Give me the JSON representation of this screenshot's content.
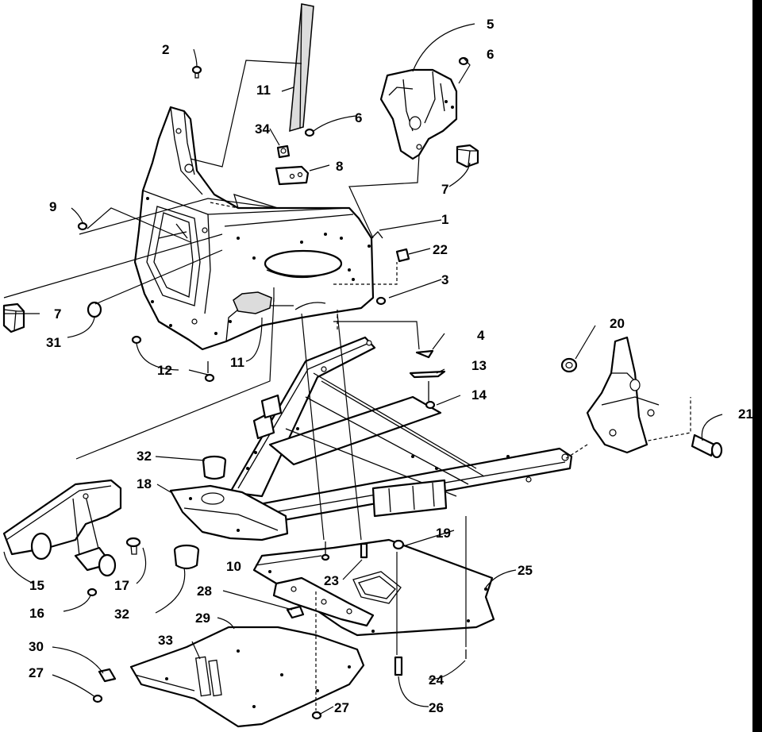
{
  "callouts": {
    "c1": "1",
    "c2": "2",
    "c3": "3",
    "c4": "4",
    "c5": "5",
    "c6a": "6",
    "c6b": "6",
    "c7a": "7",
    "c7b": "7",
    "c8": "8",
    "c9": "9",
    "c10": "10",
    "c11a": "11",
    "c11b": "11",
    "c12": "12",
    "c13": "13",
    "c14": "14",
    "c15": "15",
    "c16": "16",
    "c17": "17",
    "c18": "18",
    "c19": "19",
    "c20": "20",
    "c21": "21",
    "c22": "22",
    "c23": "23",
    "c24": "24",
    "c25": "25",
    "c26": "26",
    "c27a": "27",
    "c27b": "27",
    "c28": "28",
    "c29": "29",
    "c30": "30",
    "c31": "31",
    "c32a": "32",
    "c32b": "32",
    "c33": "33",
    "c34": "34"
  }
}
